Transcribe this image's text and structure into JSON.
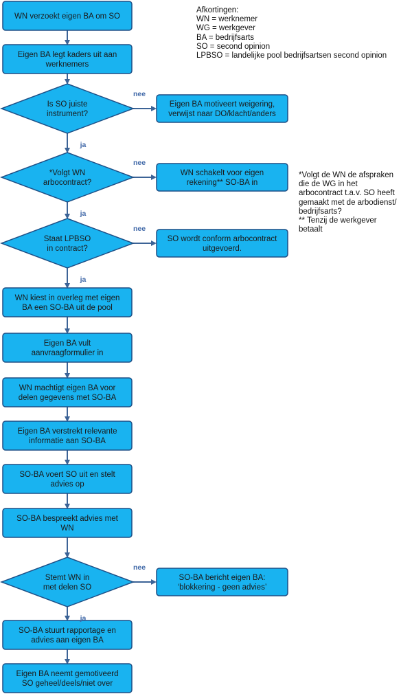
{
  "colors": {
    "node_fill": "#19b3f0",
    "node_stroke": "#1e4f86",
    "arrow": "#3c6396",
    "label": "#4169a8"
  },
  "legend": {
    "title": "Afkortingen:",
    "items": [
      "WN = werknemer",
      "WG = werkgever",
      "BA = bedrijfsarts",
      "SO = second opinion",
      "LPBSO = landelijke pool bedrijfsartsen second opinion"
    ]
  },
  "footnote": {
    "lines": [
      "*Volgt de WN de afspraken",
      "die de WG in het",
      "arbocontract t.a.v. SO heeft",
      "gemaakt met de arbodienst/",
      "bedrijfsarts?",
      "** Tenzij de werkgever",
      "betaalt"
    ]
  },
  "flow": {
    "yes_label": "ja",
    "no_label": "nee",
    "steps": [
      {
        "id": "s1",
        "type": "process",
        "lines": [
          "WN verzoekt eigen BA om SO"
        ]
      },
      {
        "id": "s2",
        "type": "process",
        "lines": [
          "Eigen BA legt kaders uit aan",
          "werknemers"
        ]
      },
      {
        "id": "d1",
        "type": "decision",
        "lines": [
          "Is SO juiste",
          "instrument?"
        ],
        "no_lines": [
          "Eigen BA motiveert weigering,",
          "verwijst naar DO/klacht/anders"
        ]
      },
      {
        "id": "d2",
        "type": "decision",
        "lines": [
          "*Volgt WN",
          "arbocontract?"
        ],
        "no_lines": [
          "WN schakelt voor eigen",
          "rekening** SO-BA in"
        ]
      },
      {
        "id": "d3",
        "type": "decision",
        "lines": [
          "Staat LPBSO",
          "in contract?"
        ],
        "no_lines": [
          "SO wordt conform arbocontract",
          "uitgevoerd."
        ]
      },
      {
        "id": "s3",
        "type": "process",
        "lines": [
          "WN kiest in overleg met eigen",
          "BA een SO-BA uit de pool"
        ]
      },
      {
        "id": "s4",
        "type": "process",
        "lines": [
          "Eigen BA vult",
          "aanvraagformulier in"
        ]
      },
      {
        "id": "s5",
        "type": "process",
        "lines": [
          "WN machtigt eigen BA voor",
          "delen gegevens met SO-BA"
        ]
      },
      {
        "id": "s6",
        "type": "process",
        "lines": [
          "Eigen BA verstrekt relevante",
          "informatie aan SO-BA"
        ]
      },
      {
        "id": "s7",
        "type": "process",
        "lines": [
          "SO-BA voert SO uit en stelt",
          "advies op"
        ]
      },
      {
        "id": "s8",
        "type": "process",
        "lines": [
          "SO-BA bespreekt advies met",
          "WN"
        ]
      },
      {
        "id": "d4",
        "type": "decision",
        "lines": [
          "Stemt WN in",
          "met delen SO"
        ],
        "no_lines": [
          "SO-BA bericht eigen BA:",
          "‘blokkering - geen advies’"
        ]
      },
      {
        "id": "s9",
        "type": "process",
        "lines": [
          "SO-BA stuurt rapportage en",
          "advies aan eigen BA"
        ]
      },
      {
        "id": "s10",
        "type": "process",
        "lines": [
          "Eigen BA neemt gemotiveerd",
          "SO geheel/deels/niet over"
        ]
      }
    ]
  }
}
